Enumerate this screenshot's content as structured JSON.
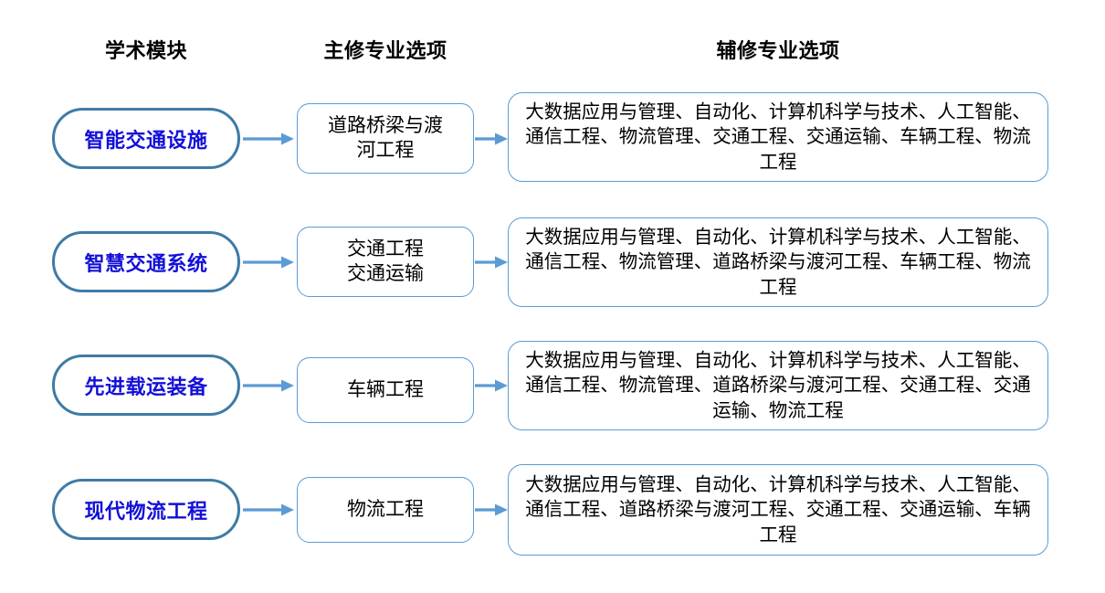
{
  "headers": {
    "module": "学术模块",
    "major": "主修专业选项",
    "minor": "辅修专业选项"
  },
  "colors": {
    "pill_border": "#3E7BA6",
    "pill_text": "#1310D8",
    "box_border": "#5B9BD5",
    "arrow": "#5B9BD5",
    "background": "#FFFFFF",
    "text": "#000000"
  },
  "rows": [
    {
      "module": "智能交通设施",
      "major": "道路桥梁与渡\n河工程",
      "minor": "大数据应用与管理、自动化、计算机科学与技术、人工智能、通信工程、物流管理、交通工程、交通运输、车辆工程、物流工程"
    },
    {
      "module": "智慧交通系统",
      "major": "交通工程\n交通运输",
      "minor": "大数据应用与管理、自动化、计算机科学与技术、人工智能、通信工程、物流管理、道路桥梁与渡河工程、车辆工程、物流工程"
    },
    {
      "module": "先进载运装备",
      "major": "车辆工程",
      "minor": "大数据应用与管理、自动化、计算机科学与技术、人工智能、通信工程、物流管理、道路桥梁与渡河工程、交通工程、交通运输、物流工程"
    },
    {
      "module": "现代物流工程",
      "major": "物流工程",
      "minor": "大数据应用与管理、自动化、计算机科学与技术、人工智能、通信工程、道路桥梁与渡河工程、交通工程、交通运输、车辆工程"
    }
  ]
}
